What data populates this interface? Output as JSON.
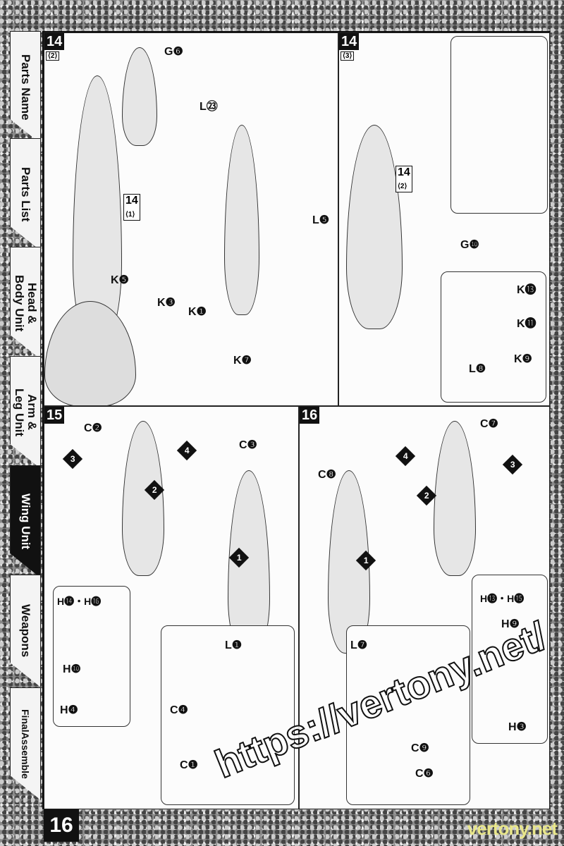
{
  "sidebar": [
    "Parts Name",
    "Parts List",
    "Head &\nBody Unit",
    "Arm &\nLeg Unit",
    "Wing Unit",
    "Weapons",
    "FinalAssemble"
  ],
  "active_tab": "Wing Unit",
  "steps": {
    "s14a": {
      "no": "14",
      "sub": "⟨2⟩",
      "labels": [
        "G❻",
        "L㉓",
        "L❺",
        "K❺",
        "K❸",
        "K❶",
        "K❼"
      ],
      "ref": "14",
      "ref_sub": "⟨1⟩"
    },
    "s14b": {
      "no": "14",
      "sub": "⟨3⟩",
      "labels": [
        "G❿",
        "K⓭",
        "K⓫",
        "K❾",
        "L❽"
      ],
      "ref": "14",
      "ref_sub": "⟨2⟩"
    },
    "s15": {
      "no": "15",
      "labels": [
        "C❷",
        "C❸",
        "H⓮・H⓰",
        "H❿",
        "H❹",
        "L❶",
        "C❹",
        "C❶"
      ],
      "nums": [
        "4",
        "3",
        "2",
        "1"
      ]
    },
    "s16": {
      "no": "16",
      "labels": [
        "C❼",
        "C❽",
        "H⓭・H⓯",
        "H❾",
        "H❸",
        "L❼",
        "C❾",
        "C❻"
      ],
      "nums": [
        "4",
        "3",
        "2",
        "1"
      ]
    }
  },
  "page_number": "16",
  "site": "vertony.net",
  "watermark": "https://vertony.net/"
}
